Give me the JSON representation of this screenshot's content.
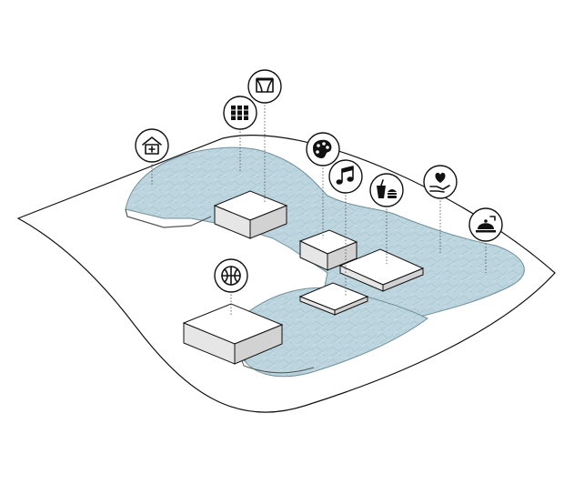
{
  "diagram": {
    "colors": {
      "site_fill": "#ffffff",
      "site_stroke": "#111111",
      "water_fill": "#b9d3dc",
      "water_edge": "#6f8f9a",
      "block_top": "#ffffff",
      "block_left": "#e6e6e6",
      "block_right": "#d2d2d2",
      "icon_ring": "#ffffff",
      "icon_ink": "#111111"
    },
    "callouts": [
      {
        "name": "theatre",
        "icon": "theatre-curtain-icon"
      },
      {
        "name": "library",
        "icon": "books-icon"
      },
      {
        "name": "shelter",
        "icon": "shelter-house-icon"
      },
      {
        "name": "art",
        "icon": "art-palette-icon"
      },
      {
        "name": "music",
        "icon": "music-note-icon"
      },
      {
        "name": "food",
        "icon": "food-drink-icon"
      },
      {
        "name": "care",
        "icon": "heart-hand-icon"
      },
      {
        "name": "reception",
        "icon": "service-bell-icon"
      },
      {
        "name": "sports",
        "icon": "basketball-icon"
      }
    ]
  }
}
